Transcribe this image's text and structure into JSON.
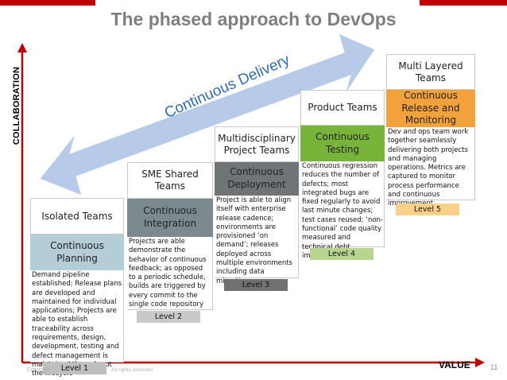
{
  "slide": {
    "title": "The phased approach to DevOps",
    "y_axis_label": "COLLABORATION",
    "x_axis_label": "VALUE",
    "arrow_label": "Continuous Delivery",
    "footer_left": "Copyright",
    "footer_mid": "All rights reserved",
    "page_number": "11"
  },
  "colors": {
    "title_bar": "#c00000",
    "axis": "#c00000",
    "arrow": "#b7cbe8",
    "planning": "#b4cdd6",
    "integration": "#7b8a8e",
    "deployment": "#6f7576",
    "testing": "#79b43a",
    "release": "#f3a23b",
    "level_1": "#bfbfbf",
    "level_2": "#c9c9c9",
    "level_3": "#707070",
    "level_4": "#b7d58e",
    "level_5": "#fbd18a"
  },
  "phases": [
    {
      "team": "Isolated Teams",
      "phase": "Continuous Planning",
      "description": "Demand pipeline established; Release plans are developed and maintained for individual applications; Projects are able to establish traceability across requirements, design, development, testing and defect management  is maintained through out the lifecycle",
      "level": "Level 1"
    },
    {
      "team": "SME Shared Teams",
      "phase": "Continuous Integration",
      "description": "Projects are able demonstrate the behavior of continuous feedback; as opposed to a periodic schedule, builds are triggered by every commit to the single code repository",
      "level": "Level 2"
    },
    {
      "team": "Multidisciplinary Project Teams",
      "phase": "Continuous Deployment",
      "description": "Project is able to align itself with enterprise release cadence; environments are provisioned ‘on demand’; releases deployed across multiple environments including data migration",
      "level": "Level 3"
    },
    {
      "team": "Product Teams",
      "phase": "Continuous Testing",
      "description": "Continuous regression reduces the number of defects; most integrated bugs are fixed regularly to avoid last minute changes; test cases reused; ‘non-functional’ code quality measured and technical debt improved",
      "level": "Level 4"
    },
    {
      "team": "Multi Layered Teams",
      "phase": "Continuous Release and Monitoring",
      "description": "Dev and ops team work together seamlessly delivering both projects and managing operations. Metrics are captured to monitor process performance and continuous improvement.",
      "level": "Level 5"
    }
  ]
}
